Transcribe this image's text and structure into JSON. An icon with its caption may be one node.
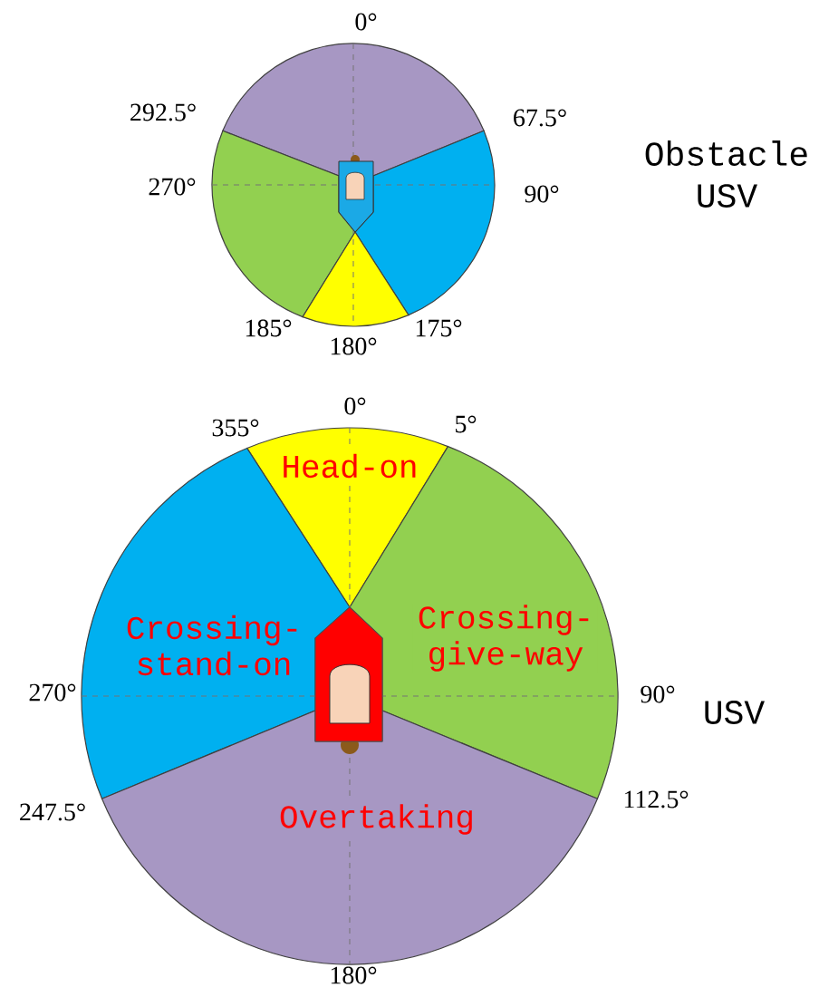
{
  "diagram": {
    "nodes": [
      {
        "text": [],
        "shape": "sector"
      },
      {
        "text": [],
        "shape": "sector"
      },
      {
        "text": [],
        "shape": "sector"
      },
      {
        "text": [],
        "shape": "sector"
      },
      {
        "text": [
          "Head-on"
        ]
      },
      {
        "text": [
          "Crossing-stand-on"
        ]
      },
      {
        "text": [
          "Crossing-give-way"
        ]
      },
      {
        "text": [
          "Overtaking"
        ]
      }
    ],
    "labels": [
      "0°",
      "292.5°",
      "67.5°",
      "Obstacle USV",
      "270°",
      "90°",
      "185°",
      "180°",
      "175°",
      "0°",
      "355°",
      "5°",
      "270°",
      "90°",
      "USV",
      "247.5°",
      "112.5°",
      "180°"
    ]
  }
}
